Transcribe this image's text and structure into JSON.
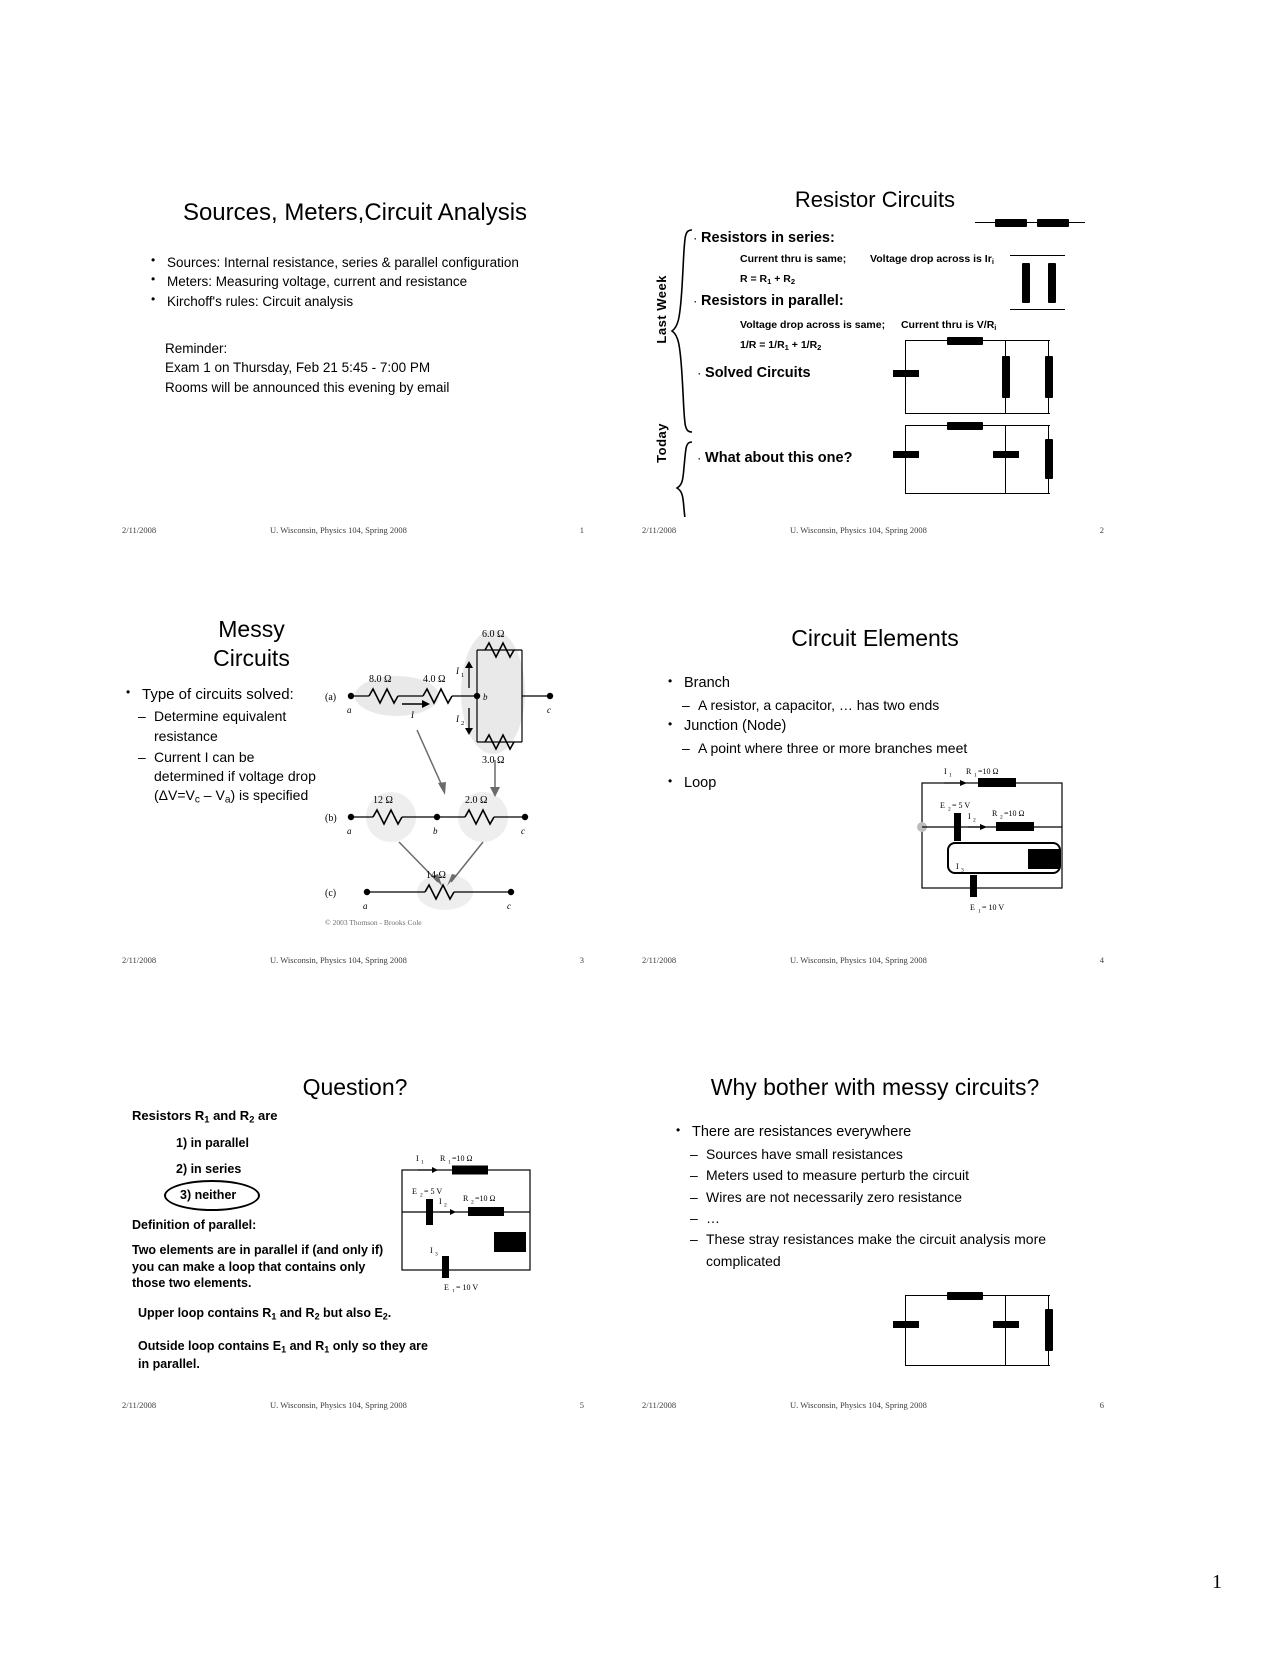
{
  "document": {
    "page_number": "1"
  },
  "footer": {
    "date": "2/11/2008",
    "center": "U. Wisconsin, Physics 104, Spring 2008"
  },
  "slides": [
    {
      "number": "1",
      "title": "Sources, Meters,Circuit Analysis",
      "bullets": [
        "Sources: Internal resistance, series & parallel configuration",
        "Meters:  Measuring voltage, current and resistance",
        "Kirchoff's rules: Circuit analysis"
      ],
      "reminder": [
        "Reminder:",
        "Exam 1 on Thursday, Feb 21 5:45 - 7:00 PM",
        "Rooms will be announced this evening by email"
      ]
    },
    {
      "number": "2",
      "title": "Resistor Circuits",
      "brace_labels": {
        "last_week": "Last Week",
        "today": "Today"
      },
      "lines": {
        "series_head": "Resistors in series:",
        "series_note_a": "Current thru is same;",
        "series_note_b": "Voltage drop across is Ir",
        "series_note_b_sub": "i",
        "series_formula": "R = R",
        "series_formula_sub1": "1",
        "series_formula_mid": " + R",
        "series_formula_sub2": "2",
        "parallel_head": "Resistors in parallel:",
        "parallel_note_a": "Voltage drop across is same;",
        "parallel_note_b": "Current thru is V/R",
        "parallel_note_b_sub": "i",
        "parallel_formula": "1/R = 1/R",
        "parallel_formula_sub1": "1",
        "parallel_formula_mid": " + 1/R",
        "parallel_formula_sub2": "2",
        "solved": "Solved Circuits",
        "today_item": "What about this one?"
      }
    },
    {
      "number": "3",
      "title_line1": "Messy",
      "title_line2": "Circuits",
      "bullet": "Type of circuits solved:",
      "subbullets": [
        "Determine equivalent resistance",
        "Current I can be determined if voltage drop (ΔV=Vₑ - Vₐ) is specified"
      ],
      "subbullet_parts": {
        "b2_pre": "Current I can be determined if voltage drop (ΔV=V",
        "b2_sub1": "c",
        "b2_mid": "  – V",
        "b2_sub2": "a",
        "b2_post": ") is specified"
      },
      "credit": "© 2003 Thomson - Brooks Cole",
      "diagram": {
        "row_a_label": "(a)",
        "row_b_label": "(b)",
        "row_c_label": "(c)",
        "nodes": [
          "a",
          "b",
          "c"
        ],
        "resistors_a": [
          "8.0 Ω",
          "4.0 Ω",
          "6.0 Ω",
          "3.0 Ω"
        ],
        "currents_a": [
          "I",
          "I₁",
          "I₂"
        ],
        "current_plain": "I",
        "current_1": "I",
        "current_1_sub": "1",
        "current_2": "I",
        "current_2_sub": "2",
        "resistors_b": [
          "12 Ω",
          "2.0 Ω"
        ],
        "resistor_c": "14 Ω"
      }
    },
    {
      "number": "4",
      "title": "Circuit Elements",
      "items": [
        {
          "bullet": "Branch",
          "sub": "A resistor, a capacitor, … has two ends"
        },
        {
          "bullet": "Junction (Node)",
          "sub": "A point where three or more branches meet"
        },
        {
          "bullet": "Loop",
          "sub": ""
        }
      ],
      "diagram": {
        "i1": "I",
        "i1_sub": "1",
        "i2": "I",
        "i2_sub": "2",
        "i3": "I",
        "i3_sub": "3",
        "r1": "R",
        "r1_sub": "1",
        "r1_val": "=10 Ω",
        "r2": "R",
        "r2_sub": "2",
        "r2_val": "=10 Ω",
        "e1": "E",
        "e1_sub": "1",
        "e1_val": " = 10 V",
        "e2": "E",
        "e2_sub": "2",
        "e2_val": " = 5 V"
      }
    },
    {
      "number": "5",
      "title": "Question?",
      "lead_pre": "Resistors  R",
      "lead_sub1": "1",
      "lead_mid": " and R",
      "lead_sub2": "2",
      "lead_post": " are",
      "options": [
        "1) in parallel",
        "2) in series",
        "3) neither"
      ],
      "answer_circled": "3) neither",
      "definition_heading": "Definition of parallel:",
      "definition_body": "Two elements are in parallel if  (and only if) you can make a loop that contains only those two elements.",
      "note1_pre": "Upper loop contains R",
      "note1_sub1": "1",
      "note1_mid": " and R",
      "note1_sub2": "2",
      "note1_post": " but also E",
      "note1_sub3": "2",
      "note1_end": ".",
      "note2_pre": "Outside loop contains E",
      "note2_sub1": "1",
      "note2_mid": " and R",
      "note2_sub2": "1",
      "note2_post": " only so they are in parallel.",
      "diagram": {
        "i1": "I",
        "i1_sub": "1",
        "i2": "I",
        "i2_sub": "2",
        "i3": "I",
        "i3_sub": "3",
        "r1": "R",
        "r1_sub": "1",
        "r1_val": "=10 Ω",
        "r2": "R",
        "r2_sub": "2",
        "r2_val": "=10 Ω",
        "e1": "E",
        "e1_sub": "1",
        "e1_val": " = 10 V",
        "e2": "E",
        "e2_sub": "2",
        "e2_val": " = 5 V"
      }
    },
    {
      "number": "6",
      "title": "Why bother with messy circuits?",
      "bullet": "There are resistances everywhere",
      "subbullets": [
        "Sources have small resistances",
        "Meters used to measure perturb the circuit",
        "Wires are not necessarily zero resistance",
        "…",
        "These stray resistances make the circuit analysis more complicated"
      ]
    }
  ]
}
